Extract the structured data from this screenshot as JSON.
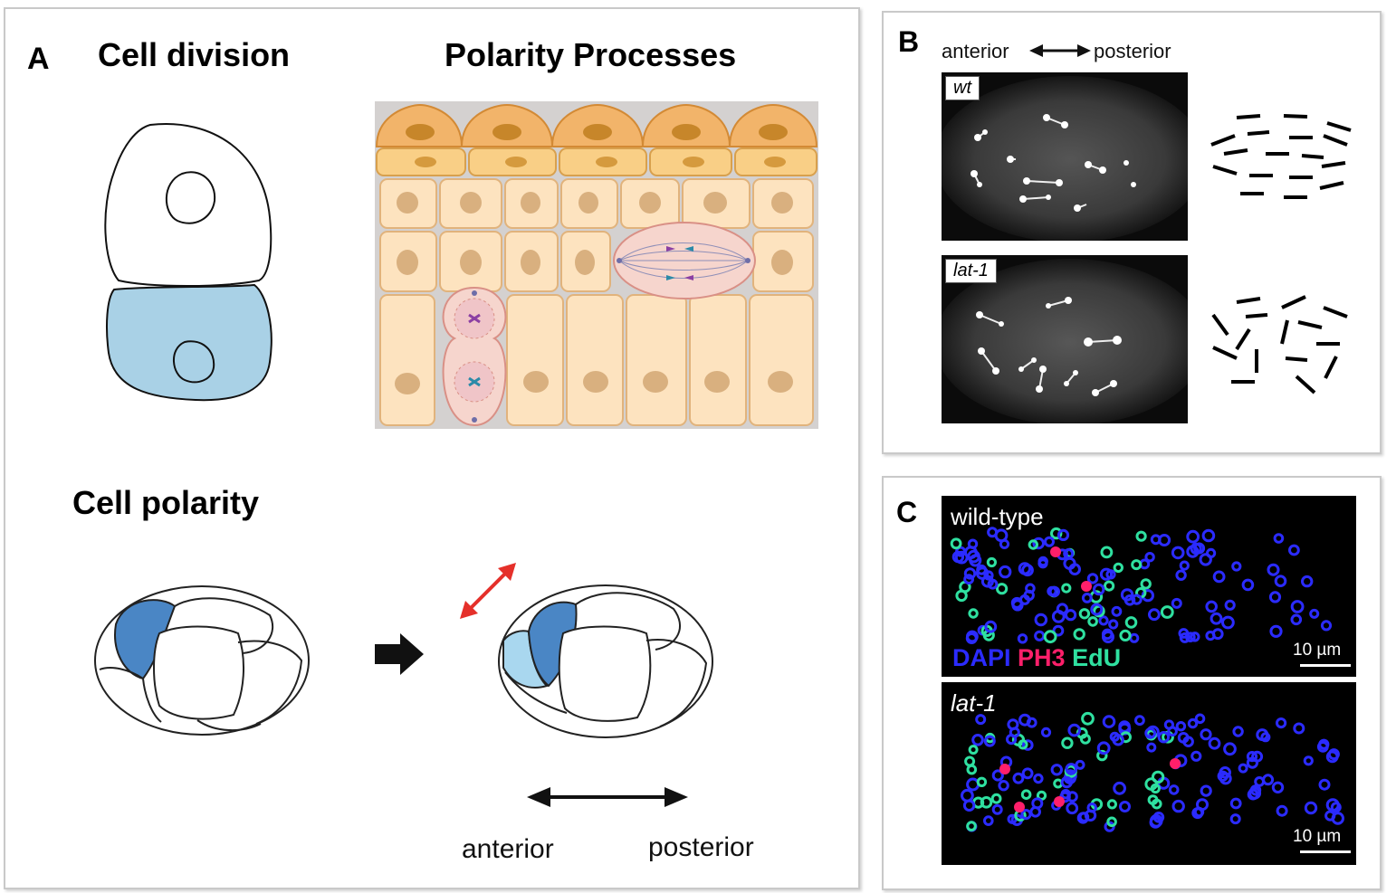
{
  "panel_a": {
    "letter": "A",
    "cell_division_title": "Cell division",
    "polarity_processes_title": "Polarity Processes",
    "cell_polarity_title": "Cell polarity",
    "axis_anterior": "anterior",
    "axis_posterior": "posterior"
  },
  "panel_b": {
    "letter": "B",
    "axis_anterior": "anterior",
    "axis_posterior": "posterior",
    "top_image_label": "wt",
    "bottom_image_label": "lat-1"
  },
  "panel_c": {
    "letter": "C",
    "top_image_label": "wild-type",
    "bottom_image_label": "lat-1",
    "stain_dapi": "DAPI",
    "stain_ph3": "PH3",
    "stain_edu": "EdU",
    "scale_top": "10 µm",
    "scale_bottom": "10 µm"
  },
  "colors": {
    "dapi": "#2b2bff",
    "ph3": "#ff1f6a",
    "edu": "#2fe0a0",
    "cell_blue": "#a9d1e6",
    "blastomere_dark": "#4a86c5",
    "blastomere_light": "#a9d7ef",
    "red_arrow": "#e5302a"
  }
}
